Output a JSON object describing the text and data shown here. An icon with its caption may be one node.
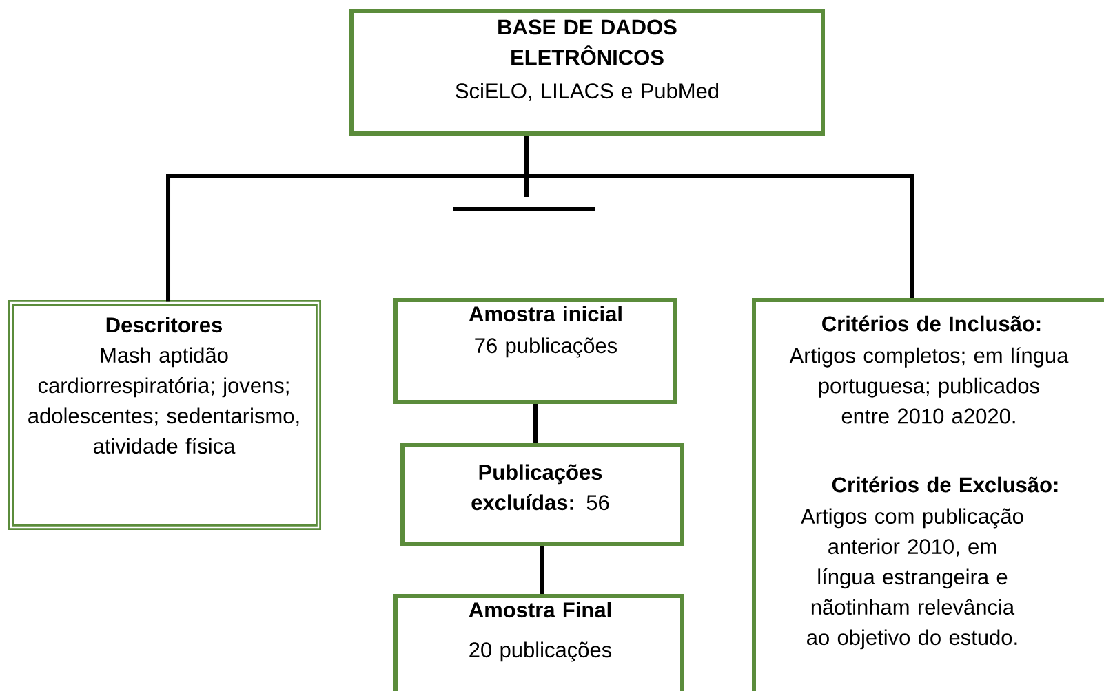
{
  "diagram": {
    "nodes": [
      {
        "text": [
          "BASE DE DADOS ELETRÔNICOS",
          "SciELO, LILACS e PubMed"
        ]
      },
      {
        "text": [
          "Descritores",
          "Mash aptidão cardiorrespiratória; jovens; adolescentes; sedentarismo, atividade física"
        ]
      },
      {
        "text": [
          "Amostra inicial",
          "76 publicações"
        ]
      },
      {
        "text": [
          "**Publicações excluídas:** 56"
        ]
      },
      {
        "text": [
          "Amostra Final",
          "20 publicações"
        ]
      },
      {
        "text": [
          "Critérios de Inclusão:",
          "Artigos completos; em língua portuguesa; publicados entre 2010 a2020.",
          "Critérios de Exclusão:",
          "Artigos com publicação anterior 2010, em língua estrangeira e nãotinham relevância ao objetivo do estudo."
        ]
      }
    ],
    "edges": [
      {
        "from": 0,
        "to": 1,
        "arrow": "none"
      },
      {
        "from": 0,
        "to": 5,
        "arrow": "none"
      },
      {
        "from": 2,
        "to": 3,
        "arrow": "none"
      },
      {
        "from": 3,
        "to": 4,
        "arrow": "none"
      }
    ]
  }
}
